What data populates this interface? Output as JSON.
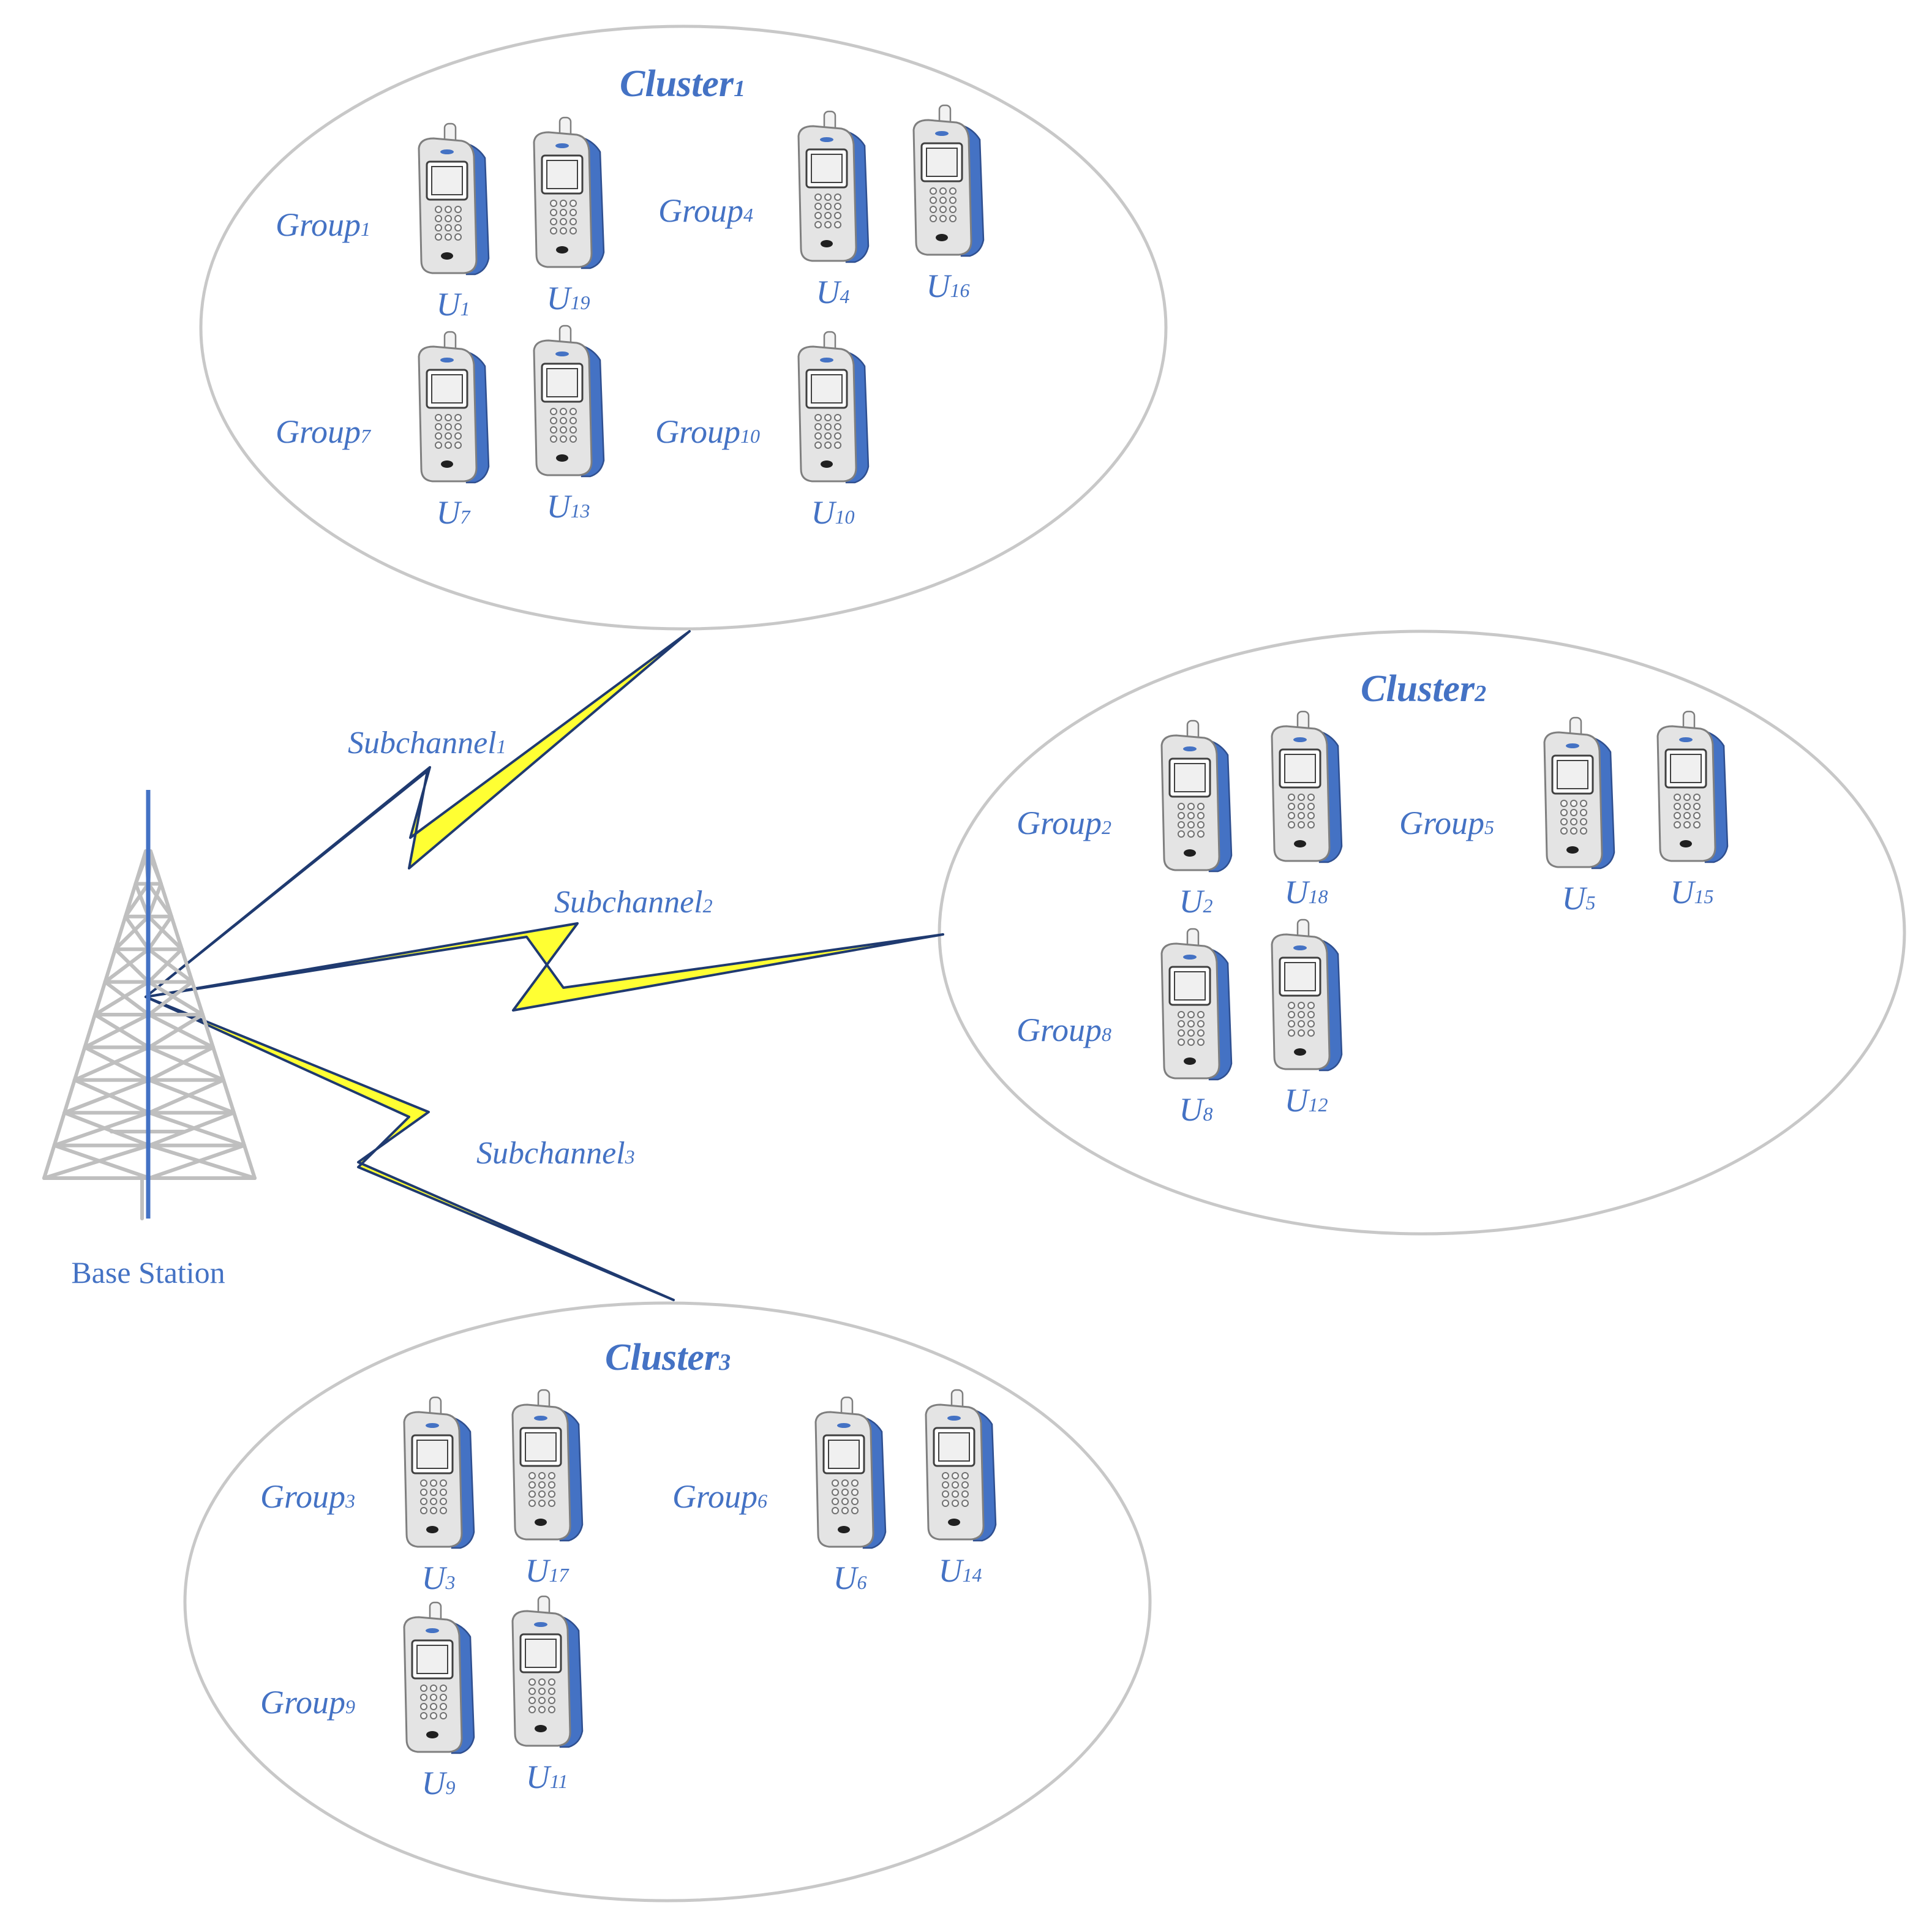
{
  "colors": {
    "label": "#4472C4",
    "cluster_outline": "#C8C8C8",
    "bolt_fill": "#FFFF33",
    "bolt_edge": "#1F3A70",
    "tower": "#BFBFBF",
    "tower_mast": "#4472C4",
    "phone_body": "#E4E4E4",
    "phone_side": "#4472C4"
  },
  "icons": {
    "phone": "mobile-phone-icon",
    "tower": "base-station-tower-icon"
  },
  "base_station": {
    "label": "Base Station"
  },
  "subchannels": [
    {
      "base": "Subchannel",
      "sub": "1"
    },
    {
      "base": "Subchannel",
      "sub": "2"
    },
    {
      "base": "Subchannel",
      "sub": "3"
    }
  ],
  "clusters": [
    {
      "title": {
        "base": "Cluster",
        "sub": "1"
      },
      "groups": [
        {
          "label": {
            "base": "Group",
            "sub": "1"
          },
          "users": [
            {
              "base": "U",
              "sub": "1"
            },
            {
              "base": "U",
              "sub": "19"
            }
          ]
        },
        {
          "label": {
            "base": "Group",
            "sub": "4"
          },
          "users": [
            {
              "base": "U",
              "sub": "4"
            },
            {
              "base": "U",
              "sub": "16"
            }
          ]
        },
        {
          "label": {
            "base": "Group",
            "sub": "7"
          },
          "users": [
            {
              "base": "U",
              "sub": "7"
            },
            {
              "base": "U",
              "sub": "13"
            }
          ]
        },
        {
          "label": {
            "base": "Group",
            "sub": "10"
          },
          "users": [
            {
              "base": "U",
              "sub": "10"
            }
          ]
        }
      ]
    },
    {
      "title": {
        "base": "Cluster",
        "sub": "2"
      },
      "groups": [
        {
          "label": {
            "base": "Group",
            "sub": "2"
          },
          "users": [
            {
              "base": "U",
              "sub": "2"
            },
            {
              "base": "U",
              "sub": "18"
            }
          ]
        },
        {
          "label": {
            "base": "Group",
            "sub": "5"
          },
          "users": [
            {
              "base": "U",
              "sub": "5"
            },
            {
              "base": "U",
              "sub": "15"
            }
          ]
        },
        {
          "label": {
            "base": "Group",
            "sub": "8"
          },
          "users": [
            {
              "base": "U",
              "sub": "8"
            },
            {
              "base": "U",
              "sub": "12"
            }
          ]
        }
      ]
    },
    {
      "title": {
        "base": "Cluster",
        "sub": "3"
      },
      "groups": [
        {
          "label": {
            "base": "Group",
            "sub": "3"
          },
          "users": [
            {
              "base": "U",
              "sub": "3"
            },
            {
              "base": "U",
              "sub": "17"
            }
          ]
        },
        {
          "label": {
            "base": "Group",
            "sub": "6"
          },
          "users": [
            {
              "base": "U",
              "sub": "6"
            },
            {
              "base": "U",
              "sub": "14"
            }
          ]
        },
        {
          "label": {
            "base": "Group",
            "sub": "9"
          },
          "users": [
            {
              "base": "U",
              "sub": "9"
            },
            {
              "base": "U",
              "sub": "11"
            }
          ]
        }
      ]
    }
  ]
}
